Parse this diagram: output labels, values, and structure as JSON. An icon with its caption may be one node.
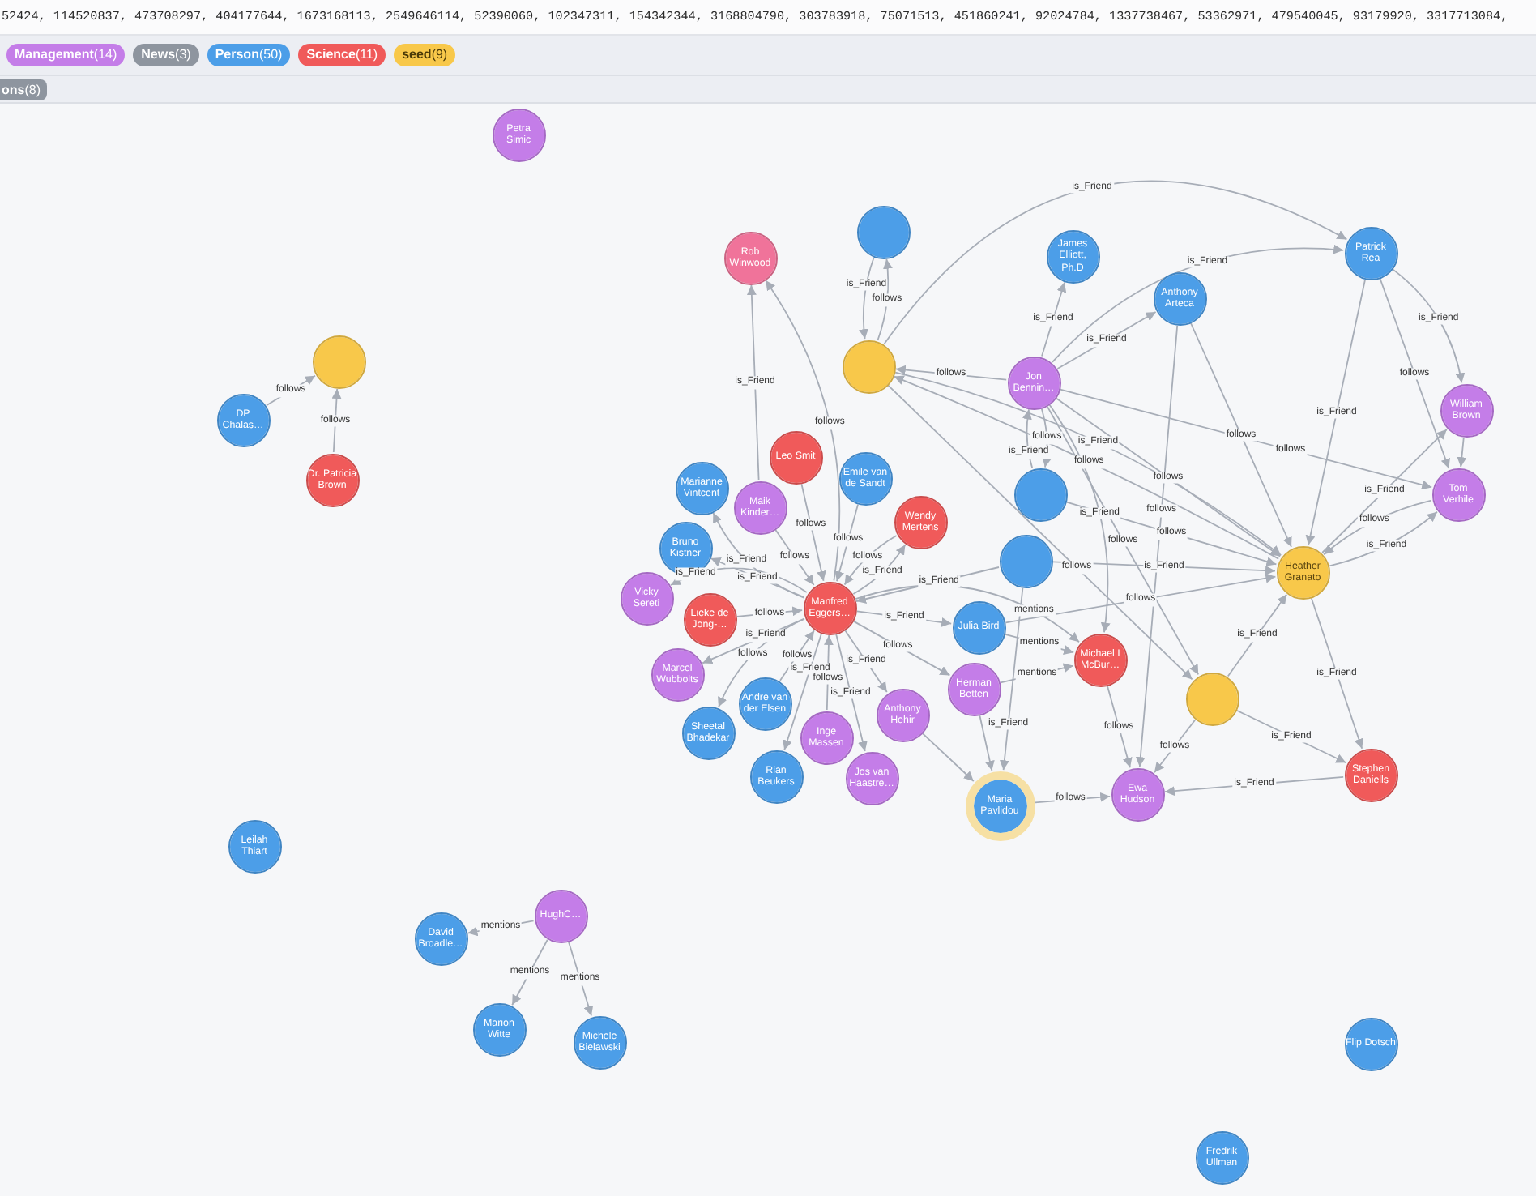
{
  "diagram": {
    "nodes": [
      {
        "text": [
          "Petra Simic"
        ]
      },
      {
        "text": [],
        "shape": "circle"
      },
      {
        "text": [
          "DP Chalas…"
        ]
      },
      {
        "text": [
          "Dr. Patricia Brown"
        ]
      },
      {
        "text": [
          "Rob Winwood"
        ]
      },
      {
        "text": [],
        "shape": "circle"
      },
      {
        "text": [
          "James Elliott, Ph.D"
        ]
      },
      {
        "text": [
          "Anthony Arteca"
        ]
      },
      {
        "text": [
          "Patrick Rea"
        ]
      },
      {
        "text": [],
        "shape": "circle"
      },
      {
        "text": [
          "Jon Bennin…"
        ]
      },
      {
        "text": [
          "William Brown"
        ]
      },
      {
        "text": [
          "Leo Smit"
        ]
      },
      {
        "text": [
          "Emile van de Sandt"
        ]
      },
      {
        "text": [
          "Marianne Vintcent"
        ]
      },
      {
        "text": [],
        "shape": "circle"
      },
      {
        "text": [
          "Tom Verhile"
        ]
      },
      {
        "text": [
          "Maik Kinder…"
        ]
      },
      {
        "text": [
          "Wendy Mertens"
        ]
      },
      {
        "text": [
          "Bruno Kistner"
        ]
      },
      {
        "text": [],
        "shape": "circle"
      },
      {
        "text": [
          "Heather Granato"
        ]
      },
      {
        "text": [
          "Vicky Sereti"
        ]
      },
      {
        "text": [
          "Manfred Eggers…"
        ]
      },
      {
        "text": [
          "Lieke de Jong-…"
        ]
      },
      {
        "text": [
          "Julia Bird"
        ]
      },
      {
        "text": [
          "Michael I McBur…"
        ]
      },
      {
        "text": [
          "Marcel Wubbolts"
        ]
      },
      {
        "text": [
          "Herman Betten"
        ]
      },
      {
        "text": [],
        "shape": "circle"
      },
      {
        "text": [
          "Andre van der Elsen"
        ]
      },
      {
        "text": [
          "Anthony Hehir"
        ]
      },
      {
        "text": [
          "Sheetal Bhadekar"
        ]
      },
      {
        "text": [
          "Inge Massen"
        ]
      },
      {
        "text": [
          "Stephen Daniells"
        ]
      },
      {
        "text": [
          "Rian Beukers"
        ]
      },
      {
        "text": [
          "Jos van Haastre…"
        ]
      },
      {
        "text": [
          "Ewa Hudson"
        ]
      },
      {
        "text": [
          "Maria Pavlidou"
        ]
      },
      {
        "text": [
          "Leilah Thiart"
        ]
      },
      {
        "text": [
          "HughC…"
        ]
      },
      {
        "text": [
          "David Broadle…"
        ]
      },
      {
        "text": [
          "Marion Witte"
        ]
      },
      {
        "text": [
          "Michele Bielawski"
        ]
      },
      {
        "text": [
          "Flip Dotsch"
        ]
      },
      {
        "text": [
          "Fredrik Ullman"
        ]
      }
    ],
    "edges": [
      {
        "from": 2,
        "to": 1,
        "arrow": "to",
        "label": "follows"
      },
      {
        "from": 3,
        "to": 1,
        "arrow": "to",
        "label": "follows"
      },
      {
        "from": 17,
        "to": 4,
        "arrow": "to",
        "label": "is_Friend"
      },
      {
        "from": 23,
        "to": 4,
        "arrow": "to",
        "label": "follows"
      },
      {
        "from": 12,
        "to": 23,
        "arrow": "to",
        "label": "follows"
      },
      {
        "from": 13,
        "to": 23,
        "arrow": "to",
        "label": "follows"
      },
      {
        "from": 23,
        "to": 18,
        "arrow": "to",
        "label": "is_Friend"
      },
      {
        "from": 18,
        "to": 23,
        "arrow": "to",
        "label": "follows"
      },
      {
        "from": 23,
        "to": 14,
        "arrow": "to",
        "label": "is_Friend"
      },
      {
        "from": 17,
        "to": 23,
        "arrow": "to",
        "label": "follows"
      },
      {
        "from": 23,
        "to": 19,
        "arrow": "to",
        "label": "is_Friend"
      },
      {
        "from": 23,
        "to": 22,
        "arrow": "to",
        "label": "is_Friend"
      },
      {
        "from": 24,
        "to": 23,
        "arrow": "to",
        "label": "follows"
      },
      {
        "from": 23,
        "to": 27,
        "arrow": "to",
        "label": "is_Friend"
      },
      {
        "from": 23,
        "to": 32,
        "arrow": "to",
        "label": "follows"
      },
      {
        "from": 30,
        "to": 23,
        "arrow": "to",
        "label": "follows"
      },
      {
        "from": 23,
        "to": 35,
        "arrow": "to",
        "label": "is_Friend"
      },
      {
        "from": 33,
        "to": 23,
        "arrow": "to",
        "label": "follows"
      },
      {
        "from": 23,
        "to": 36,
        "arrow": "to",
        "label": "is_Friend"
      },
      {
        "from": 23,
        "to": 31,
        "arrow": "to",
        "label": "is_Friend"
      },
      {
        "from": 23,
        "to": 28,
        "arrow": "to",
        "label": "follows"
      },
      {
        "from": 23,
        "to": 25,
        "arrow": "to",
        "label": "is_Friend"
      },
      {
        "from": 20,
        "to": 23,
        "arrow": "to",
        "label": "is_Friend"
      },
      {
        "from": 23,
        "to": 26,
        "arrow": "to",
        "label": "mentions"
      },
      {
        "from": 9,
        "to": 5,
        "arrow": "to",
        "label": "follows"
      },
      {
        "from": 5,
        "to": 9,
        "arrow": "to",
        "label": "is_Friend"
      },
      {
        "from": 10,
        "to": 9,
        "arrow": "to",
        "label": "follows"
      },
      {
        "from": 21,
        "to": 9,
        "arrow": "to",
        "label": "follows"
      },
      {
        "from": 9,
        "to": 8,
        "arrow": "to",
        "label": "is_Friend"
      },
      {
        "from": 10,
        "to": 6,
        "arrow": "to",
        "label": "is_Friend"
      },
      {
        "from": 10,
        "to": 7,
        "arrow": "to",
        "label": "is_Friend"
      },
      {
        "from": 10,
        "to": 8,
        "arrow": "to",
        "label": "is_Friend"
      },
      {
        "from": 7,
        "to": 21,
        "arrow": "to",
        "label": "follows"
      },
      {
        "from": 10,
        "to": 21,
        "arrow": "to",
        "label": "follows"
      },
      {
        "from": 8,
        "to": 21,
        "arrow": "to",
        "label": "is_Friend"
      },
      {
        "from": 8,
        "to": 16,
        "arrow": "to",
        "label": "follows"
      },
      {
        "from": 8,
        "to": 11,
        "arrow": "to",
        "label": "is_Friend"
      },
      {
        "from": 11,
        "to": 16,
        "arrow": "to"
      },
      {
        "from": 21,
        "to": 16,
        "arrow": "to",
        "label": "is_Friend"
      },
      {
        "from": 21,
        "to": 11,
        "arrow": "to",
        "label": "is_Friend"
      },
      {
        "from": 16,
        "to": 21,
        "arrow": "to",
        "label": "follows"
      },
      {
        "from": 10,
        "to": 16,
        "arrow": "to",
        "label": "follows"
      },
      {
        "from": 10,
        "to": 15,
        "arrow": "to",
        "label": "follows"
      },
      {
        "from": 15,
        "to": 10,
        "arrow": "to",
        "label": "is_Friend"
      },
      {
        "from": 20,
        "to": 21,
        "arrow": "to",
        "label": "is_Friend"
      },
      {
        "from": 25,
        "to": 21,
        "arrow": "to",
        "label": "follows"
      },
      {
        "from": 25,
        "to": 26,
        "arrow": "to",
        "label": "mentions"
      },
      {
        "from": 28,
        "to": 26,
        "arrow": "to",
        "label": "mentions"
      },
      {
        "from": 28,
        "to": 38,
        "arrow": "to"
      },
      {
        "from": 38,
        "to": 37,
        "arrow": "to",
        "label": "follows"
      },
      {
        "from": 34,
        "to": 37,
        "arrow": "to",
        "label": "is_Friend"
      },
      {
        "from": 29,
        "to": 34,
        "arrow": "to",
        "label": "is_Friend"
      },
      {
        "from": 21,
        "to": 34,
        "arrow": "to",
        "label": "is_Friend"
      },
      {
        "from": 26,
        "to": 37,
        "arrow": "to",
        "label": "follows"
      },
      {
        "from": 29,
        "to": 37,
        "arrow": "to",
        "label": "follows"
      },
      {
        "from": 29,
        "to": 21,
        "arrow": "to",
        "label": "is_Friend"
      },
      {
        "from": 10,
        "to": 29,
        "arrow": "to",
        "label": "follows"
      },
      {
        "from": 20,
        "to": 38,
        "arrow": "to",
        "label": "is_Friend"
      },
      {
        "from": 31,
        "to": 38,
        "arrow": "to"
      },
      {
        "from": 9,
        "to": 29,
        "arrow": "to",
        "label": "follows"
      },
      {
        "from": 15,
        "to": 21,
        "arrow": "to",
        "label": "follows"
      },
      {
        "from": 10,
        "to": 26,
        "arrow": "to",
        "label": "is_Friend"
      },
      {
        "from": 9,
        "to": 21,
        "arrow": "to",
        "label": "is_Friend"
      },
      {
        "from": 7,
        "to": 37,
        "arrow": "to",
        "label": "follows"
      },
      {
        "from": 40,
        "to": 41,
        "arrow": "to",
        "label": "mentions"
      },
      {
        "from": 40,
        "to": 42,
        "arrow": "to",
        "label": "mentions"
      },
      {
        "from": 40,
        "to": 43,
        "arrow": "to",
        "label": "mentions"
      }
    ],
    "labels": [
      "52424, 114520837, 473708297, 404177644, 1673168113, 2549646114, 52390060, 102347311, 154342344, 3168804790, 303783918, 75071513, 451860241, 92024784, 1337738467, 53362971, 479540045, 93179920, 3317713084,"
    ],
    "legend": [
      {
        "text": "**Management**(14)",
        "color": "#c47de8"
      },
      {
        "text": "**News**(3)",
        "color": "#8e959f"
      },
      {
        "text": "**Person**(50)",
        "color": "#4c9ee8"
      },
      {
        "text": "**Science**(11)",
        "color": "#f05a5a"
      },
      {
        "text": "**seed**(9)",
        "color": "#f8c84a"
      },
      {
        "text": "**ons**(8)",
        "color": "#8e959f"
      }
    ]
  }
}
